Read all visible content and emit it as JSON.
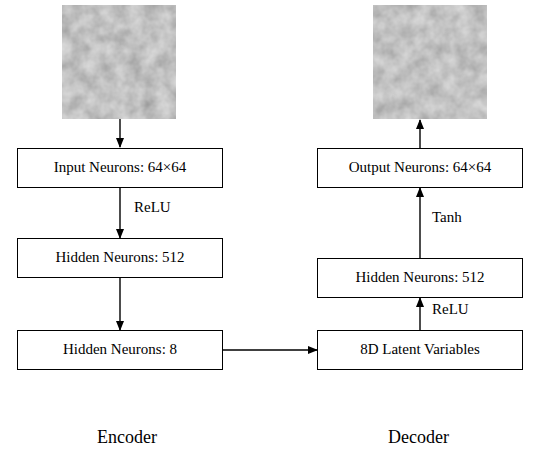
{
  "diagram": {
    "nodes": [
      {
        "text": [
          "Input Neurons: 64×64"
        ]
      },
      {
        "text": [
          "Hidden Neurons: 512"
        ]
      },
      {
        "text": [
          "Hidden Neurons: 8"
        ]
      },
      {
        "text": [
          "Output Neurons: 64×64"
        ]
      },
      {
        "text": [
          "Hidden Neurons: 512"
        ]
      },
      {
        "text": [
          "8D Latent Variables"
        ]
      }
    ],
    "edges": [
      {
        "from": 0,
        "to": 1,
        "label": "ReLU",
        "arrow": "to"
      },
      {
        "from": 1,
        "to": 2,
        "arrow": "to"
      },
      {
        "from": 2,
        "to": 5,
        "arrow": "to"
      },
      {
        "from": 5,
        "to": 4,
        "label": "ReLU",
        "arrow": "to"
      },
      {
        "from": 4,
        "to": 3,
        "label": "Tanh",
        "arrow": "to"
      }
    ],
    "labels": [
      "Encoder",
      "Decoder"
    ]
  }
}
